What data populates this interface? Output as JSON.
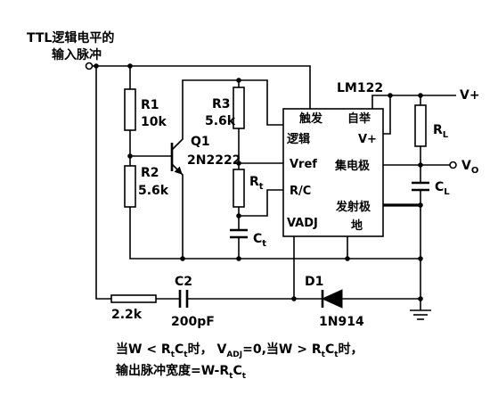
{
  "input": {
    "line1": "TTL逻辑电平的",
    "line2": "输入脉冲"
  },
  "ic": {
    "name": "LM122",
    "pins": {
      "trigger_1": "触发",
      "trigger_2": "逻辑",
      "boost": "自举",
      "vplus": "V+",
      "vref": "Vref",
      "collector": "集电极",
      "rc": "R/C",
      "emitter": "发射极",
      "ground": "地",
      "vadj": "VADJ"
    }
  },
  "supply": "V+",
  "output": {
    "main": "V",
    "sub": "O"
  },
  "components": {
    "R1": {
      "ref": "R1",
      "value": "10k"
    },
    "R2": {
      "ref": "R2",
      "value": "5.6k"
    },
    "R3": {
      "ref": "R3",
      "value": "5.6k"
    },
    "Q1": {
      "ref": "Q1",
      "value": "2N2222"
    },
    "Rt": {
      "main": "R",
      "sub": "t"
    },
    "Ct": {
      "main": "C",
      "sub": "t"
    },
    "RL": {
      "main": "R",
      "sub": "L"
    },
    "CL": {
      "main": "C",
      "sub": "L"
    },
    "C2": {
      "ref": "C2",
      "value": "200pF"
    },
    "Rin": {
      "value": "2.2k"
    },
    "D1": {
      "ref": "D1",
      "value": "1N914"
    }
  },
  "note": {
    "line1": [
      "当W < R",
      "t",
      "C",
      "t",
      "时， V",
      "ADJ",
      "=0,当W > R",
      "t",
      "C",
      "t",
      "时，"
    ],
    "line2": [
      "输出脉冲宽度=W-R",
      "t",
      "C",
      "t"
    ]
  }
}
